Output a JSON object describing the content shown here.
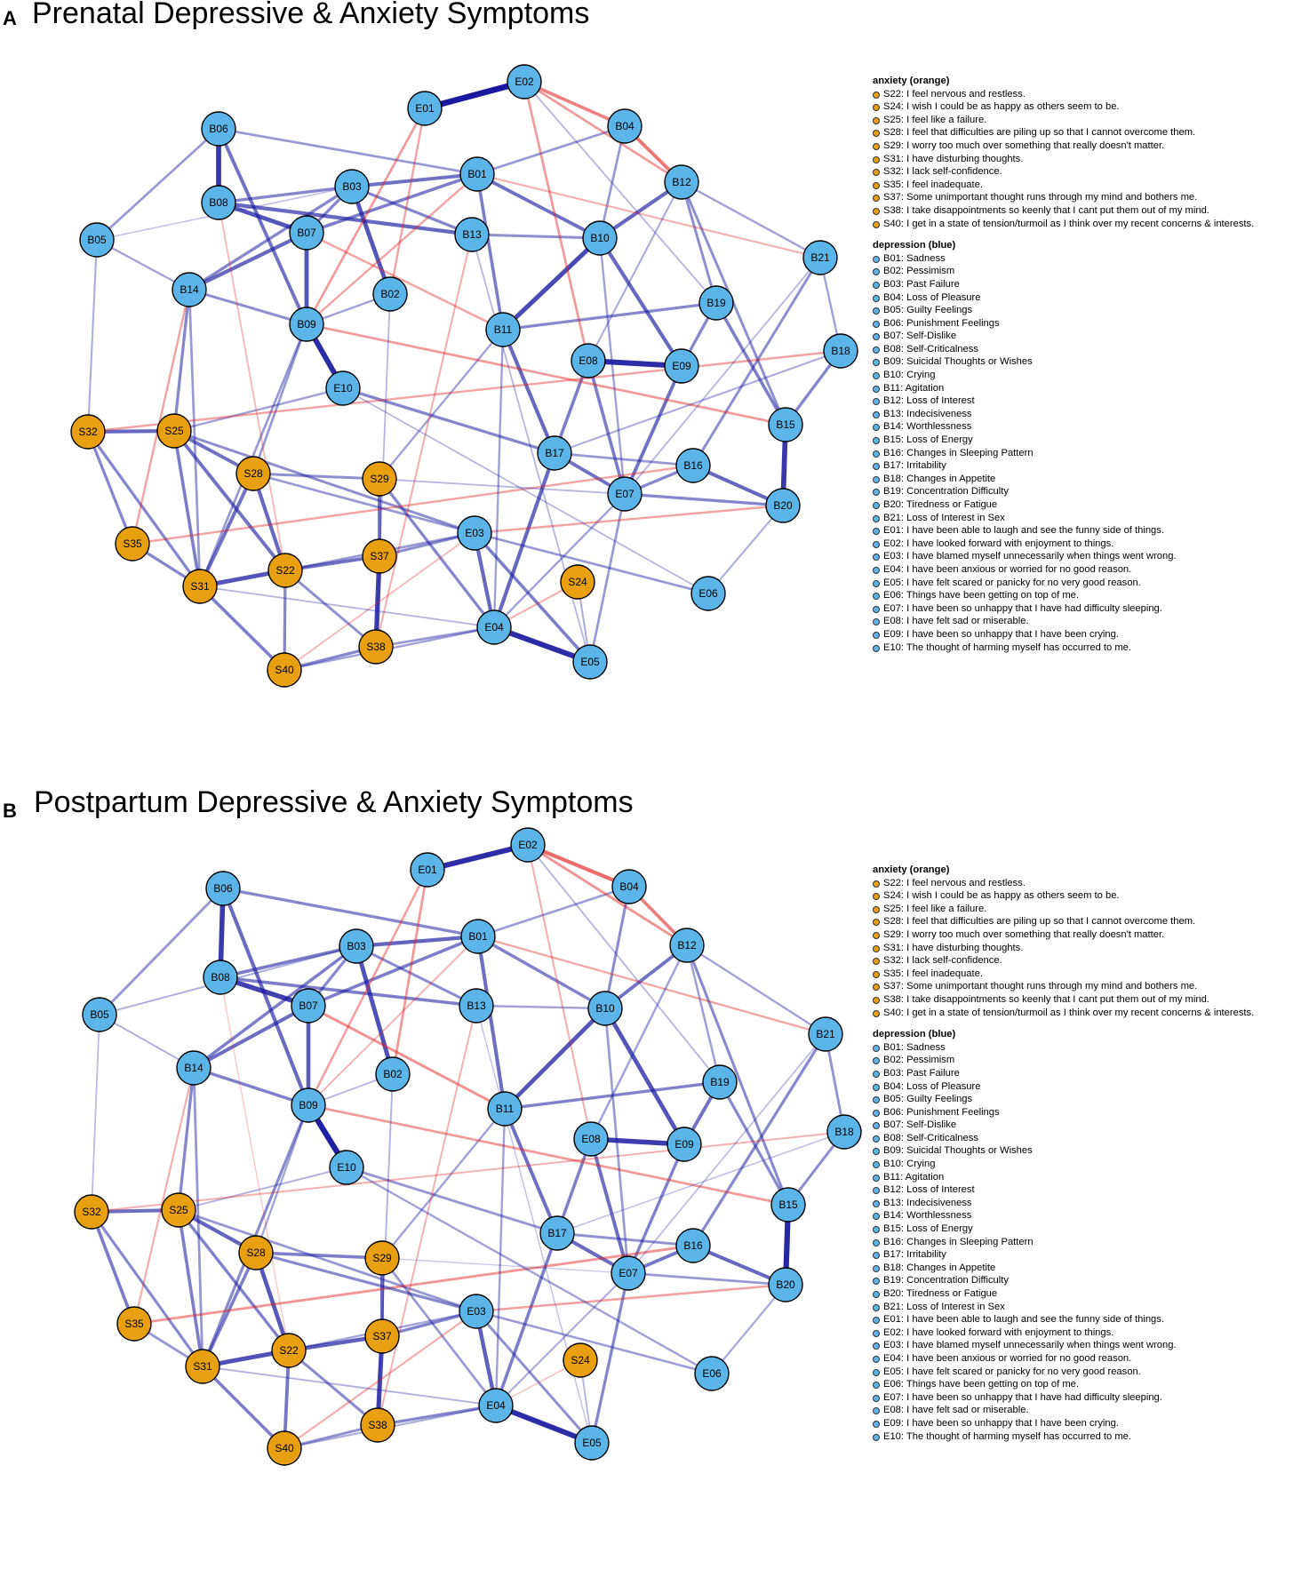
{
  "panels": [
    {
      "letter": "A",
      "title": "Prenatal Depressive & Anxiety Symptoms"
    },
    {
      "letter": "B",
      "title": "Postpartum Depressive & Anxiety Symptoms"
    }
  ],
  "colors": {
    "anxiety": "#E8A010",
    "depression": "#5BB5E8",
    "positive_edge": "#1a1aa0",
    "negative_edge": "#e02020"
  },
  "legend": {
    "anxiety_title": "anxiety (orange)",
    "anxiety": [
      "S22: I feel nervous and restless.",
      "S24: I wish I could be as happy as others seem to be.",
      "S25: I feel like a failure.",
      "S28: I feel that difficulties are piling up so that I cannot overcome them.",
      "S29: I worry too much over something that really doesn't matter.",
      "S31: I have disturbing thoughts.",
      "S32: I lack self-confidence.",
      "S35: I feel inadequate.",
      "S37: Some unimportant thought runs through my mind and bothers me.",
      "S38: I take disappointments so keenly that I cant put them out of my mind.",
      "S40: I get in a state of tension/turmoil as I think over my recent concerns & interests."
    ],
    "depression_title": "depression (blue)",
    "depression": [
      "B01: Sadness",
      "B02: Pessimism",
      "B03: Past Failure",
      "B04: Loss of Pleasure",
      "B05: Guilty Feelings",
      "B06: Punishment Feelings",
      "B07: Self-Dislike",
      "B08: Self-Criticalness",
      "B09: Suicidal Thoughts or Wishes",
      "B10: Crying",
      "B11: Agitation",
      "B12: Loss of Interest",
      "B13: Indecisiveness",
      "B14: Worthlessness",
      "B15: Loss of Energy",
      "B16: Changes in Sleeping Pattern",
      "B17: Irritability",
      "B18: Changes in Appetite",
      "B19: Concentration Difficulty",
      "B20: Tiredness or Fatigue",
      "B21: Loss of Interest in Sex",
      "E01: I have been able to laugh and see the funny side of things.",
      "E02: I have looked forward with enjoyment to things.",
      "E03: I have blamed myself unnecessarily when things went wrong.",
      "E04: I have been anxious or worried for no good reason.",
      "E05: I have felt scared or panicky for no very good reason.",
      "E06: Things have been getting on top of me.",
      "E07: I have been so unhappy that I have had difficulty sleeping.",
      "E08: I have felt sad or miserable.",
      "E09: I have been so unhappy that I have been crying.",
      "E10: The thought of harming myself has occurred to me."
    ]
  },
  "nodes": [
    {
      "id": "E02",
      "group": "depression"
    },
    {
      "id": "E01",
      "group": "depression"
    },
    {
      "id": "B04",
      "group": "depression"
    },
    {
      "id": "B06",
      "group": "depression"
    },
    {
      "id": "B01",
      "group": "depression"
    },
    {
      "id": "B03",
      "group": "depression"
    },
    {
      "id": "B12",
      "group": "depression"
    },
    {
      "id": "B08",
      "group": "depression"
    },
    {
      "id": "B07",
      "group": "depression"
    },
    {
      "id": "B13",
      "group": "depression"
    },
    {
      "id": "B10",
      "group": "depression"
    },
    {
      "id": "B05",
      "group": "depression"
    },
    {
      "id": "B21",
      "group": "depression"
    },
    {
      "id": "B14",
      "group": "depression"
    },
    {
      "id": "B02",
      "group": "depression"
    },
    {
      "id": "B19",
      "group": "depression"
    },
    {
      "id": "B09",
      "group": "depression"
    },
    {
      "id": "B11",
      "group": "depression"
    },
    {
      "id": "B18",
      "group": "depression"
    },
    {
      "id": "E08",
      "group": "depression"
    },
    {
      "id": "E09",
      "group": "depression"
    },
    {
      "id": "E10",
      "group": "depression"
    },
    {
      "id": "B15",
      "group": "depression"
    },
    {
      "id": "S32",
      "group": "anxiety"
    },
    {
      "id": "S25",
      "group": "anxiety"
    },
    {
      "id": "B17",
      "group": "depression"
    },
    {
      "id": "B16",
      "group": "depression"
    },
    {
      "id": "S28",
      "group": "anxiety"
    },
    {
      "id": "S29",
      "group": "anxiety"
    },
    {
      "id": "E07",
      "group": "depression"
    },
    {
      "id": "B20",
      "group": "depression"
    },
    {
      "id": "E03",
      "group": "depression"
    },
    {
      "id": "S35",
      "group": "anxiety"
    },
    {
      "id": "S37",
      "group": "anxiety"
    },
    {
      "id": "S22",
      "group": "anxiety"
    },
    {
      "id": "S24",
      "group": "anxiety"
    },
    {
      "id": "S31",
      "group": "anxiety"
    },
    {
      "id": "E06",
      "group": "depression"
    },
    {
      "id": "E04",
      "group": "depression"
    },
    {
      "id": "S38",
      "group": "anxiety"
    },
    {
      "id": "E05",
      "group": "depression"
    },
    {
      "id": "S40",
      "group": "anxiety"
    }
  ],
  "edges": [
    {
      "s": "E01",
      "t": "E02",
      "w": 1.0,
      "sign": "pos"
    },
    {
      "s": "B06",
      "t": "B08",
      "w": 0.85,
      "sign": "pos"
    },
    {
      "s": "B09",
      "t": "E10",
      "w": 0.9,
      "sign": "pos"
    },
    {
      "s": "E08",
      "t": "E09",
      "w": 0.9,
      "sign": "pos"
    },
    {
      "s": "E04",
      "t": "E05",
      "w": 0.9,
      "sign": "pos"
    },
    {
      "s": "B15",
      "t": "B20",
      "w": 0.85,
      "sign": "pos"
    },
    {
      "s": "B10",
      "t": "B11",
      "w": 0.75,
      "sign": "pos"
    },
    {
      "s": "B03",
      "t": "B02",
      "w": 0.7,
      "sign": "pos"
    },
    {
      "s": "B08",
      "t": "B07",
      "w": 0.7,
      "sign": "pos"
    },
    {
      "s": "B07",
      "t": "B09",
      "w": 0.7,
      "sign": "pos"
    },
    {
      "s": "B06",
      "t": "B09",
      "w": 0.55,
      "sign": "pos"
    },
    {
      "s": "B08",
      "t": "B13",
      "w": 0.6,
      "sign": "pos"
    },
    {
      "s": "B07",
      "t": "B14",
      "w": 0.6,
      "sign": "pos"
    },
    {
      "s": "B01",
      "t": "B03",
      "w": 0.55,
      "sign": "pos"
    },
    {
      "s": "B01",
      "t": "B10",
      "w": 0.55,
      "sign": "pos"
    },
    {
      "s": "B01",
      "t": "B07",
      "w": 0.5,
      "sign": "pos"
    },
    {
      "s": "B01",
      "t": "B11",
      "w": 0.5,
      "sign": "pos"
    },
    {
      "s": "B12",
      "t": "B10",
      "w": 0.6,
      "sign": "pos"
    },
    {
      "s": "B12",
      "t": "B15",
      "w": 0.4,
      "sign": "pos"
    },
    {
      "s": "B10",
      "t": "E09",
      "w": 0.6,
      "sign": "pos"
    },
    {
      "s": "B11",
      "t": "B17",
      "w": 0.6,
      "sign": "pos"
    },
    {
      "s": "B17",
      "t": "E07",
      "w": 0.55,
      "sign": "pos"
    },
    {
      "s": "B17",
      "t": "E04",
      "w": 0.6,
      "sign": "pos"
    },
    {
      "s": "E08",
      "t": "B17",
      "w": 0.5,
      "sign": "pos"
    },
    {
      "s": "E08",
      "t": "E07",
      "w": 0.5,
      "sign": "pos"
    },
    {
      "s": "E09",
      "t": "E07",
      "w": 0.55,
      "sign": "pos"
    },
    {
      "s": "B16",
      "t": "B20",
      "w": 0.6,
      "sign": "pos"
    },
    {
      "s": "B16",
      "t": "E07",
      "w": 0.45,
      "sign": "pos"
    },
    {
      "s": "B19",
      "t": "B15",
      "w": 0.5,
      "sign": "pos"
    },
    {
      "s": "B19",
      "t": "B11",
      "w": 0.45,
      "sign": "pos"
    },
    {
      "s": "B19",
      "t": "E09",
      "w": 0.45,
      "sign": "pos"
    },
    {
      "s": "B18",
      "t": "B15",
      "w": 0.45,
      "sign": "pos"
    },
    {
      "s": "B21",
      "t": "B16",
      "w": 0.4,
      "sign": "pos"
    },
    {
      "s": "E07",
      "t": "B20",
      "w": 0.45,
      "sign": "pos"
    },
    {
      "s": "S32",
      "t": "S25",
      "w": 0.6,
      "sign": "pos"
    },
    {
      "s": "S25",
      "t": "S28",
      "w": 0.55,
      "sign": "pos"
    },
    {
      "s": "S25",
      "t": "S22",
      "w": 0.55,
      "sign": "pos"
    },
    {
      "s": "S25",
      "t": "S31",
      "w": 0.5,
      "sign": "pos"
    },
    {
      "s": "S28",
      "t": "S22",
      "w": 0.6,
      "sign": "pos"
    },
    {
      "s": "S28",
      "t": "S31",
      "w": 0.55,
      "sign": "pos"
    },
    {
      "s": "S31",
      "t": "S22",
      "w": 0.7,
      "sign": "pos"
    },
    {
      "s": "S22",
      "t": "S37",
      "w": 0.55,
      "sign": "pos"
    },
    {
      "s": "S37",
      "t": "S38",
      "w": 0.8,
      "sign": "pos"
    },
    {
      "s": "S29",
      "t": "S37",
      "w": 0.55,
      "sign": "pos"
    },
    {
      "s": "S29",
      "t": "E04",
      "w": 0.45,
      "sign": "pos"
    },
    {
      "s": "S32",
      "t": "S31",
      "w": 0.45,
      "sign": "pos"
    },
    {
      "s": "S32",
      "t": "S35",
      "w": 0.45,
      "sign": "pos"
    },
    {
      "s": "S35",
      "t": "S31",
      "w": 0.45,
      "sign": "pos"
    },
    {
      "s": "S31",
      "t": "S40",
      "w": 0.5,
      "sign": "pos"
    },
    {
      "s": "S22",
      "t": "S40",
      "w": 0.45,
      "sign": "pos"
    },
    {
      "s": "S38",
      "t": "S40",
      "w": 0.45,
      "sign": "pos"
    },
    {
      "s": "S22",
      "t": "S38",
      "w": 0.4,
      "sign": "pos"
    },
    {
      "s": "S28",
      "t": "S29",
      "w": 0.4,
      "sign": "pos"
    },
    {
      "s": "S25",
      "t": "E03",
      "w": 0.4,
      "sign": "pos"
    },
    {
      "s": "E03",
      "t": "E04",
      "w": 0.6,
      "sign": "pos"
    },
    {
      "s": "E03",
      "t": "E05",
      "w": 0.5,
      "sign": "pos"
    },
    {
      "s": "E03",
      "t": "E06",
      "w": 0.35,
      "sign": "pos"
    },
    {
      "s": "E03",
      "t": "S37",
      "w": 0.4,
      "sign": "pos"
    },
    {
      "s": "E10",
      "t": "B17",
      "w": 0.45,
      "sign": "pos"
    },
    {
      "s": "B14",
      "t": "S25",
      "w": 0.45,
      "sign": "pos"
    },
    {
      "s": "B14",
      "t": "B09",
      "w": 0.4,
      "sign": "pos"
    },
    {
      "s": "B14",
      "t": "B05",
      "w": 0.3,
      "sign": "pos"
    },
    {
      "s": "B06",
      "t": "B05",
      "w": 0.35,
      "sign": "pos"
    },
    {
      "s": "B06",
      "t": "B01",
      "w": 0.35,
      "sign": "pos"
    },
    {
      "s": "B03",
      "t": "B13",
      "w": 0.45,
      "sign": "pos"
    },
    {
      "s": "B03",
      "t": "B14",
      "w": 0.45,
      "sign": "pos"
    },
    {
      "s": "B13",
      "t": "B10",
      "w": 0.4,
      "sign": "pos"
    },
    {
      "s": "B01",
      "t": "B04",
      "w": 0.35,
      "sign": "pos"
    },
    {
      "s": "B04",
      "t": "B10",
      "w": 0.35,
      "sign": "pos"
    },
    {
      "s": "B12",
      "t": "B19",
      "w": 0.4,
      "sign": "pos"
    },
    {
      "s": "B12",
      "t": "B21",
      "w": 0.3,
      "sign": "pos"
    },
    {
      "s": "B21",
      "t": "B18",
      "w": 0.3,
      "sign": "pos"
    },
    {
      "s": "B05",
      "t": "S32",
      "w": 0.25,
      "sign": "pos"
    },
    {
      "s": "E06",
      "t": "B20",
      "w": 0.25,
      "sign": "pos"
    },
    {
      "s": "E07",
      "t": "E05",
      "w": 0.35,
      "sign": "pos"
    },
    {
      "s": "E07",
      "t": "E04",
      "w": 0.3,
      "sign": "pos"
    },
    {
      "s": "B16",
      "t": "B17",
      "w": 0.35,
      "sign": "pos"
    },
    {
      "s": "B09",
      "t": "B02",
      "w": 0.3,
      "sign": "pos"
    },
    {
      "s": "B07",
      "t": "B03",
      "w": 0.45,
      "sign": "pos"
    },
    {
      "s": "B08",
      "t": "B03",
      "w": 0.45,
      "sign": "pos"
    },
    {
      "s": "E10",
      "t": "S25",
      "w": 0.3,
      "sign": "pos"
    },
    {
      "s": "B11",
      "t": "S29",
      "w": 0.3,
      "sign": "pos"
    },
    {
      "s": "B09",
      "t": "S31",
      "w": 0.35,
      "sign": "pos"
    },
    {
      "s": "B09",
      "t": "S28",
      "w": 0.35,
      "sign": "pos"
    },
    {
      "s": "B14",
      "t": "S31",
      "w": 0.35,
      "sign": "pos"
    },
    {
      "s": "E02",
      "t": "B04",
      "w": 0.5,
      "sign": "neg"
    },
    {
      "s": "B04",
      "t": "B12",
      "w": 0.55,
      "sign": "neg"
    },
    {
      "s": "E02",
      "t": "B12",
      "w": 0.35,
      "sign": "neg"
    },
    {
      "s": "E02",
      "t": "E08",
      "w": 0.35,
      "sign": "neg"
    },
    {
      "s": "E01",
      "t": "B09",
      "w": 0.35,
      "sign": "neg"
    },
    {
      "s": "E01",
      "t": "B02",
      "w": 0.3,
      "sign": "neg"
    },
    {
      "s": "B01",
      "t": "B09",
      "w": 0.3,
      "sign": "neg"
    },
    {
      "s": "B09",
      "t": "B15",
      "w": 0.35,
      "sign": "neg"
    },
    {
      "s": "S35",
      "t": "B16",
      "w": 0.3,
      "sign": "neg"
    },
    {
      "s": "S32",
      "t": "B18",
      "w": 0.3,
      "sign": "neg"
    },
    {
      "s": "E03",
      "t": "B20",
      "w": 0.3,
      "sign": "neg"
    },
    {
      "s": "B07",
      "t": "B11",
      "w": 0.3,
      "sign": "neg"
    },
    {
      "s": "B14",
      "t": "S35",
      "w": 0.3,
      "sign": "neg"
    },
    {
      "s": "B01",
      "t": "B21",
      "w": 0.25,
      "sign": "neg"
    },
    {
      "s": "E04",
      "t": "S24",
      "w": 0.25,
      "sign": "neg"
    },
    {
      "s": "S38",
      "t": "B13",
      "w": 0.25,
      "sign": "neg"
    },
    {
      "s": "S40",
      "t": "E03",
      "w": 0.2,
      "sign": "neg"
    },
    {
      "s": "B08",
      "t": "S22",
      "w": 0.2,
      "sign": "neg"
    },
    {
      "s": "E02",
      "t": "B19",
      "w": 0.2,
      "sign": "pos"
    },
    {
      "s": "B05",
      "t": "B03",
      "w": 0.15,
      "sign": "pos"
    },
    {
      "s": "B13",
      "t": "E05",
      "w": 0.2,
      "sign": "pos"
    },
    {
      "s": "B02",
      "t": "S38",
      "w": 0.2,
      "sign": "pos"
    },
    {
      "s": "E10",
      "t": "E06",
      "w": 0.2,
      "sign": "pos"
    },
    {
      "s": "S24",
      "t": "E05",
      "w": 0.25,
      "sign": "pos"
    },
    {
      "s": "B10",
      "t": "E07",
      "w": 0.3,
      "sign": "pos"
    },
    {
      "s": "B18",
      "t": "B17",
      "w": 0.25,
      "sign": "pos"
    },
    {
      "s": "B21",
      "t": "E07",
      "w": 0.2,
      "sign": "pos"
    },
    {
      "s": "B12",
      "t": "E08",
      "w": 0.25,
      "sign": "pos"
    },
    {
      "s": "S29",
      "t": "E07",
      "w": 0.2,
      "sign": "pos"
    },
    {
      "s": "B11",
      "t": "E04",
      "w": 0.3,
      "sign": "pos"
    },
    {
      "s": "S28",
      "t": "E03",
      "w": 0.35,
      "sign": "pos"
    },
    {
      "s": "S22",
      "t": "E03",
      "w": 0.35,
      "sign": "pos"
    },
    {
      "s": "S31",
      "t": "E04",
      "w": 0.2,
      "sign": "pos"
    },
    {
      "s": "S38",
      "t": "E04",
      "w": 0.35,
      "sign": "pos"
    },
    {
      "s": "S40",
      "t": "E04",
      "w": 0.3,
      "sign": "pos"
    }
  ]
}
